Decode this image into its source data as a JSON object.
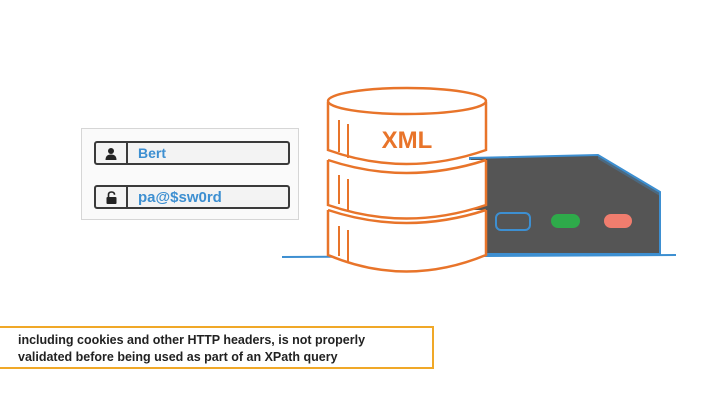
{
  "login": {
    "username_value": "Bert",
    "password_value": "pa@$sw0rd",
    "user_icon": "user-icon",
    "lock_icon": "padlock-icon"
  },
  "database": {
    "label": "XML",
    "icon": "database-cylinder-icon"
  },
  "server": {
    "icon": "server-box-icon",
    "status_colors": {
      "green": "#2eaa4a",
      "red": "#f07d6e"
    }
  },
  "caption": {
    "line1": "including cookies and other HTTP headers, is not properly",
    "line2": "validated before being used as part of an XPath query"
  },
  "colors": {
    "accent_orange": "#e8742a",
    "accent_blue": "#3d8fd1",
    "caption_border": "#f0a828",
    "server_body": "#555555"
  }
}
